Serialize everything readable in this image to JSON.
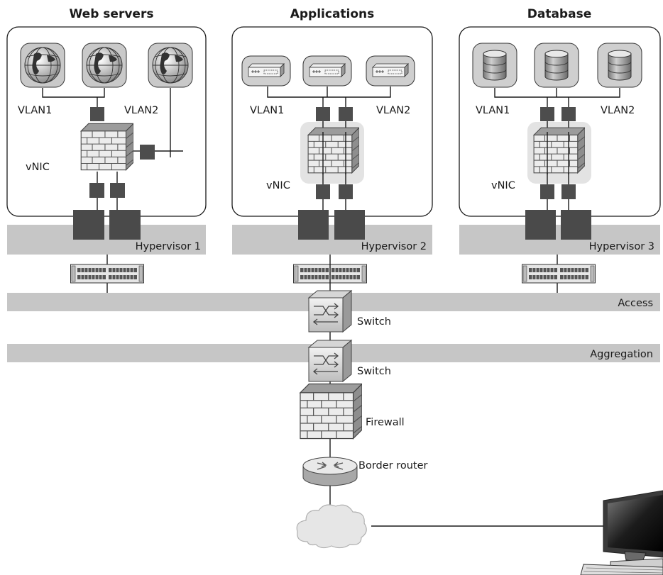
{
  "columns": [
    {
      "title": "Web servers",
      "vlan1": "VLAN1",
      "vlan2": "VLAN2",
      "vnic": "vNIC",
      "hypervisor": "Hypervisor 1"
    },
    {
      "title": "Applications",
      "vlan1": "VLAN1",
      "vlan2": "VLAN2",
      "vnic": "vNIC",
      "hypervisor": "Hypervisor 2"
    },
    {
      "title": "Database",
      "vlan1": "VLAN1",
      "vlan2": "VLAN2",
      "vnic": "vNIC",
      "hypervisor": "Hypervisor 3"
    }
  ],
  "layers": {
    "access": "Access",
    "aggregation": "Aggregation"
  },
  "devices": {
    "access_switch": "Switch",
    "aggregation_switch": "Switch",
    "firewall": "Firewall",
    "border_router": "Border router"
  },
  "icons": {
    "web_server": "globe-icon",
    "app_server": "appliance-icon",
    "db_server": "database-icon",
    "firewall": "brick-wall-icon",
    "patch_panel": "patch-panel-icon",
    "switch": "switch-icon",
    "router": "router-icon",
    "cloud": "cloud-icon",
    "workstation": "monitor-icon"
  },
  "colors": {
    "band": "#c6c6c6",
    "port": "#4d4d4d",
    "ink": "#1a1a1a",
    "halo": "#e3e3e3"
  }
}
